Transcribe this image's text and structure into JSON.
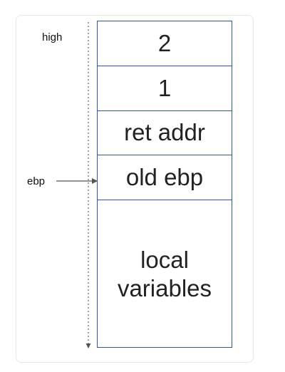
{
  "labels": {
    "high": "high",
    "ebp": "ebp"
  },
  "stack": {
    "cells": [
      "2",
      "1",
      "ret addr",
      "old ebp",
      "local variables"
    ]
  },
  "colors": {
    "border": "#2f55b3",
    "text": "#222222",
    "axis": "#555555"
  }
}
